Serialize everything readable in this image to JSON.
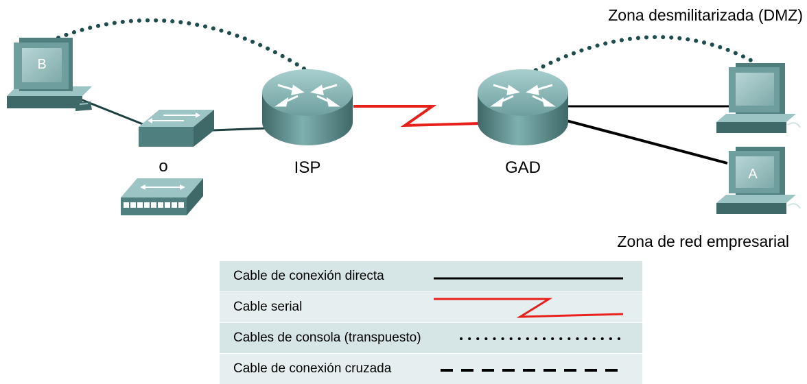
{
  "labels": {
    "pc_b": "B",
    "pc_a": "A",
    "switch_or": "o",
    "isp": "ISP",
    "gad": "GAD",
    "dmz": "Zona desmilitarizada (DMZ)",
    "enterprise": "Zona de red empresarial"
  },
  "legend": {
    "items": [
      {
        "label": "Cable de conexión directa",
        "style": "solid"
      },
      {
        "label": "Cable serial",
        "style": "serial"
      },
      {
        "label": "Cables de consola (transpuesto)",
        "style": "dotted"
      },
      {
        "label": "Cable de conexión cruzada",
        "style": "dashed"
      }
    ]
  },
  "colors": {
    "device_teal": "#5e8d8d",
    "device_light": "#9cc4c4",
    "device_dark": "#3f6868",
    "serial_red": "#e8201c",
    "console_dots": "#1f4d4d",
    "legend_row_a": "#d6e5e5",
    "legend_row_b": "#e6efef"
  }
}
